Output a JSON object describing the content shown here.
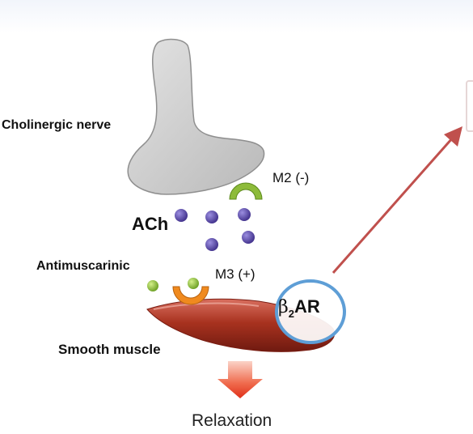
{
  "labels": {
    "nerve": "Cholinergic nerve",
    "m2": "M2 (-)",
    "ach": "ACh",
    "antimuscarinic": "Antimuscarinic",
    "m3": "M3 (+)",
    "smooth_muscle": "Smooth muscle",
    "relaxation": "Relaxation",
    "b2ar_beta": "β",
    "b2ar_sub": "2",
    "b2ar_ar": "AR"
  },
  "colors": {
    "nerve_fill": "#c8c8c8",
    "ach_molecule": "#5b4aa3",
    "antimuscarinic_molecule": "#8cbf3a",
    "m2_receptor": "#8dbb3a",
    "m3_receptor": "#f08a1e",
    "muscle": "#9e2a1e",
    "b2ar_ring": "#5e9ed6",
    "arrow_red": "#c0504d",
    "down_arrow": "#e23b22"
  }
}
